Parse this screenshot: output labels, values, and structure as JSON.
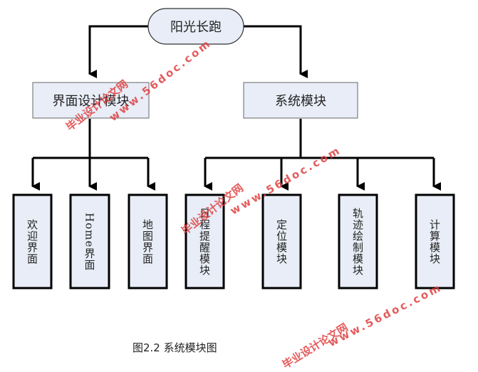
{
  "diagram": {
    "root": {
      "label": "阳光长跑"
    },
    "level1": [
      {
        "label": "界面设计模块"
      },
      {
        "label": "系统模块"
      }
    ],
    "leaves": [
      {
        "label": "欢迎界面",
        "parent": 0
      },
      {
        "label": "Home界面",
        "parent": 0
      },
      {
        "label": "地图界面",
        "parent": 0
      },
      {
        "label": "日程提醒模块",
        "parent": 1
      },
      {
        "label": "定位模块",
        "parent": 1
      },
      {
        "label": "轨迹绘制模块",
        "parent": 1
      },
      {
        "label": "计算模块",
        "parent": 1
      }
    ],
    "caption": "图2.2  系统模块图"
  },
  "colors": {
    "node_fill": "#e8edf7",
    "stroke": "#000000",
    "watermark": "#e04040"
  },
  "watermark": {
    "cn": "毕业设计论文网",
    "url": "www.56doc.com"
  }
}
